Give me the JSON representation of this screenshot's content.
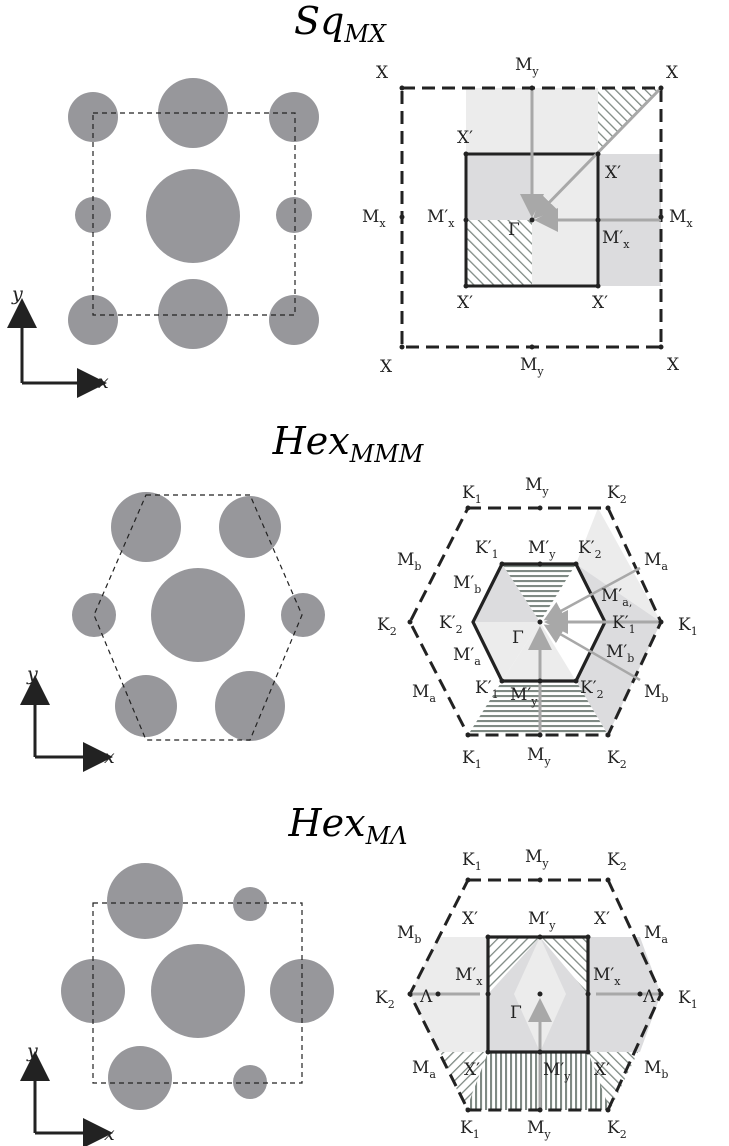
{
  "panels": [
    {
      "id": "sq",
      "title_main": "Sq",
      "title_sub": "MX",
      "lattice": {
        "large": "unit-cell-center",
        "medium": "top-bottom",
        "small": "left-right"
      },
      "bz_labels": {
        "X": "X",
        "My": "M",
        "My_sub": "y",
        "Mx": "M",
        "Mx_sub": "x",
        "Xp": "X′",
        "Mxp": "M′",
        "Mxp_sub": "x",
        "Gamma": "Γ"
      }
    },
    {
      "id": "hmm",
      "title_main": "Hex",
      "title_sub": "MMM",
      "bz_labels": {
        "K": "K",
        "K1_sub": "1",
        "K2_sub": "2",
        "Kp": "K′",
        "M": "M",
        "Mp": "M′",
        "a": "a",
        "b": "b",
        "y": "y",
        "a_comma": "a,",
        "Gamma": "Γ"
      }
    },
    {
      "id": "hml",
      "title_main": "Hex",
      "title_sub": "MΛ",
      "bz_labels": {
        "K": "K",
        "K1_sub": "1",
        "K2_sub": "2",
        "M": "M",
        "Mp": "M′",
        "Xp": "X′",
        "a": "a",
        "b": "b",
        "x": "x",
        "y": "y",
        "Lambda": "Λ",
        "Gamma": "Γ"
      }
    }
  ],
  "axes": {
    "x": "x",
    "y": "y"
  },
  "colors": {
    "circle": "#97979b",
    "line": "#222222",
    "shade_light": "#ececec",
    "shade_mid": "#dcdcde",
    "hatch": "#7f8a84",
    "arrow": "#a8a8a8"
  }
}
